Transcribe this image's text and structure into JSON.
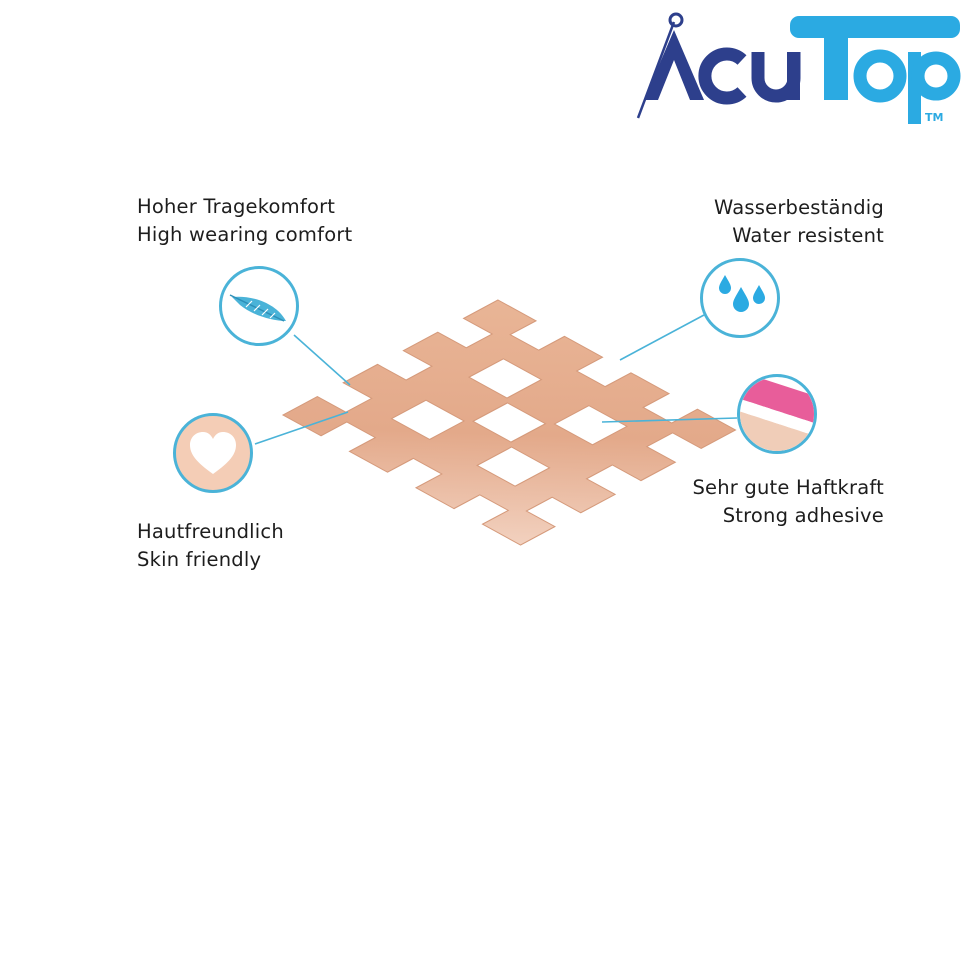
{
  "brand": {
    "logo_text": "AcuTop",
    "trademark": "TM",
    "colors": {
      "dark_blue": "#2d3f8c",
      "light_blue": "#2baae2"
    }
  },
  "features": {
    "comfort": {
      "line_de": "Hoher Tragekomfort",
      "line_en": "High wearing comfort",
      "icon": "feather-icon"
    },
    "skin": {
      "line_de": "Hautfreundlich",
      "line_en": "Skin friendly",
      "icon": "heart-icon"
    },
    "water": {
      "line_de": "Wasserbeständig",
      "line_en": "Water resistent",
      "icon": "water-drops-icon"
    },
    "adhesive": {
      "line_de": "Sehr gute Haftkraft",
      "line_en": "Strong adhesive",
      "icon": "adhesive-layer-icon"
    }
  },
  "colors": {
    "accent": "#4ab3d8",
    "tape": "#e4ab8c"
  }
}
